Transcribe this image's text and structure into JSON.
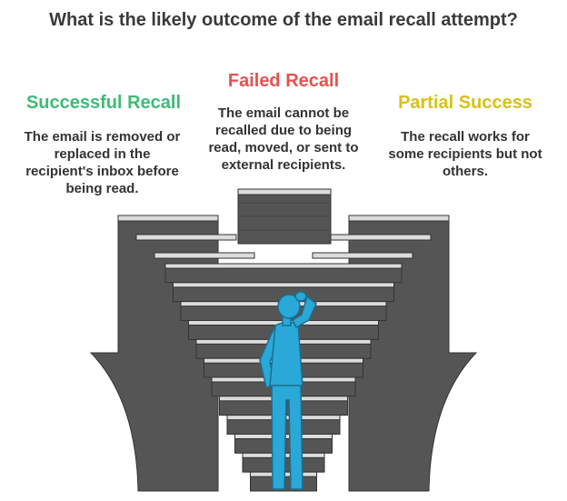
{
  "title": "What is the likely outcome of the email recall attempt?",
  "options": [
    {
      "title": "Successful Recall",
      "color": "#3dbb77",
      "desc_lines": [
        "The email is removed or",
        "replaced in the",
        "recipient's inbox before",
        "being read."
      ]
    },
    {
      "title": "Failed Recall",
      "color": "#e8514f",
      "desc_lines": [
        "The email cannot be",
        "recalled due to being",
        "read, moved, or sent to",
        "external recipients."
      ]
    },
    {
      "title": "Partial Success",
      "color": "#d9c016",
      "desc_lines": [
        "The recall works for",
        "some recipients but not",
        "others."
      ]
    }
  ],
  "colors": {
    "stone_front": "#555555",
    "stone_top": "#dcdcdc",
    "stone_edge": "#333333",
    "person": "#2aa8d8",
    "person_outline": "#1a6f90"
  }
}
